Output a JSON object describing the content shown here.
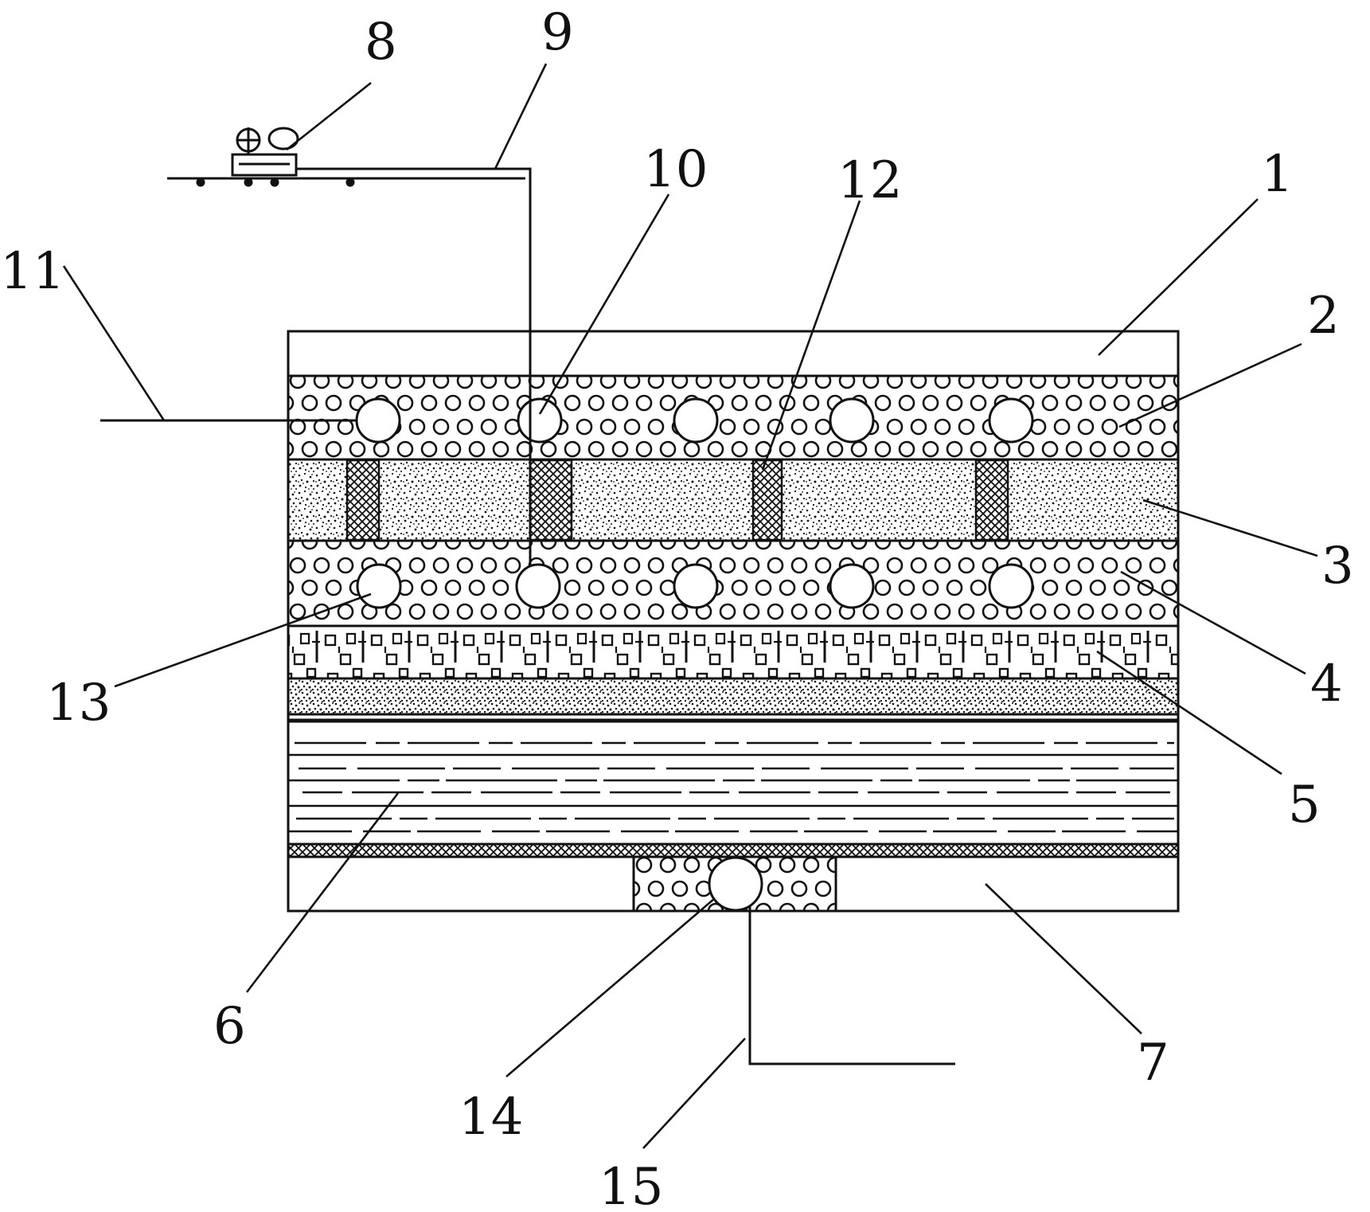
{
  "labels": {
    "l1": "1",
    "l2": "2",
    "l3": "3",
    "l4": "4",
    "l5": "5",
    "l6": "6",
    "l7": "7",
    "l8": "8",
    "l9": "9",
    "l10": "10",
    "l11": "11",
    "l12": "12",
    "l13": "13",
    "l14": "14",
    "l15": "15"
  },
  "colors": {
    "ink": "#111111",
    "background": "#ffffff"
  }
}
